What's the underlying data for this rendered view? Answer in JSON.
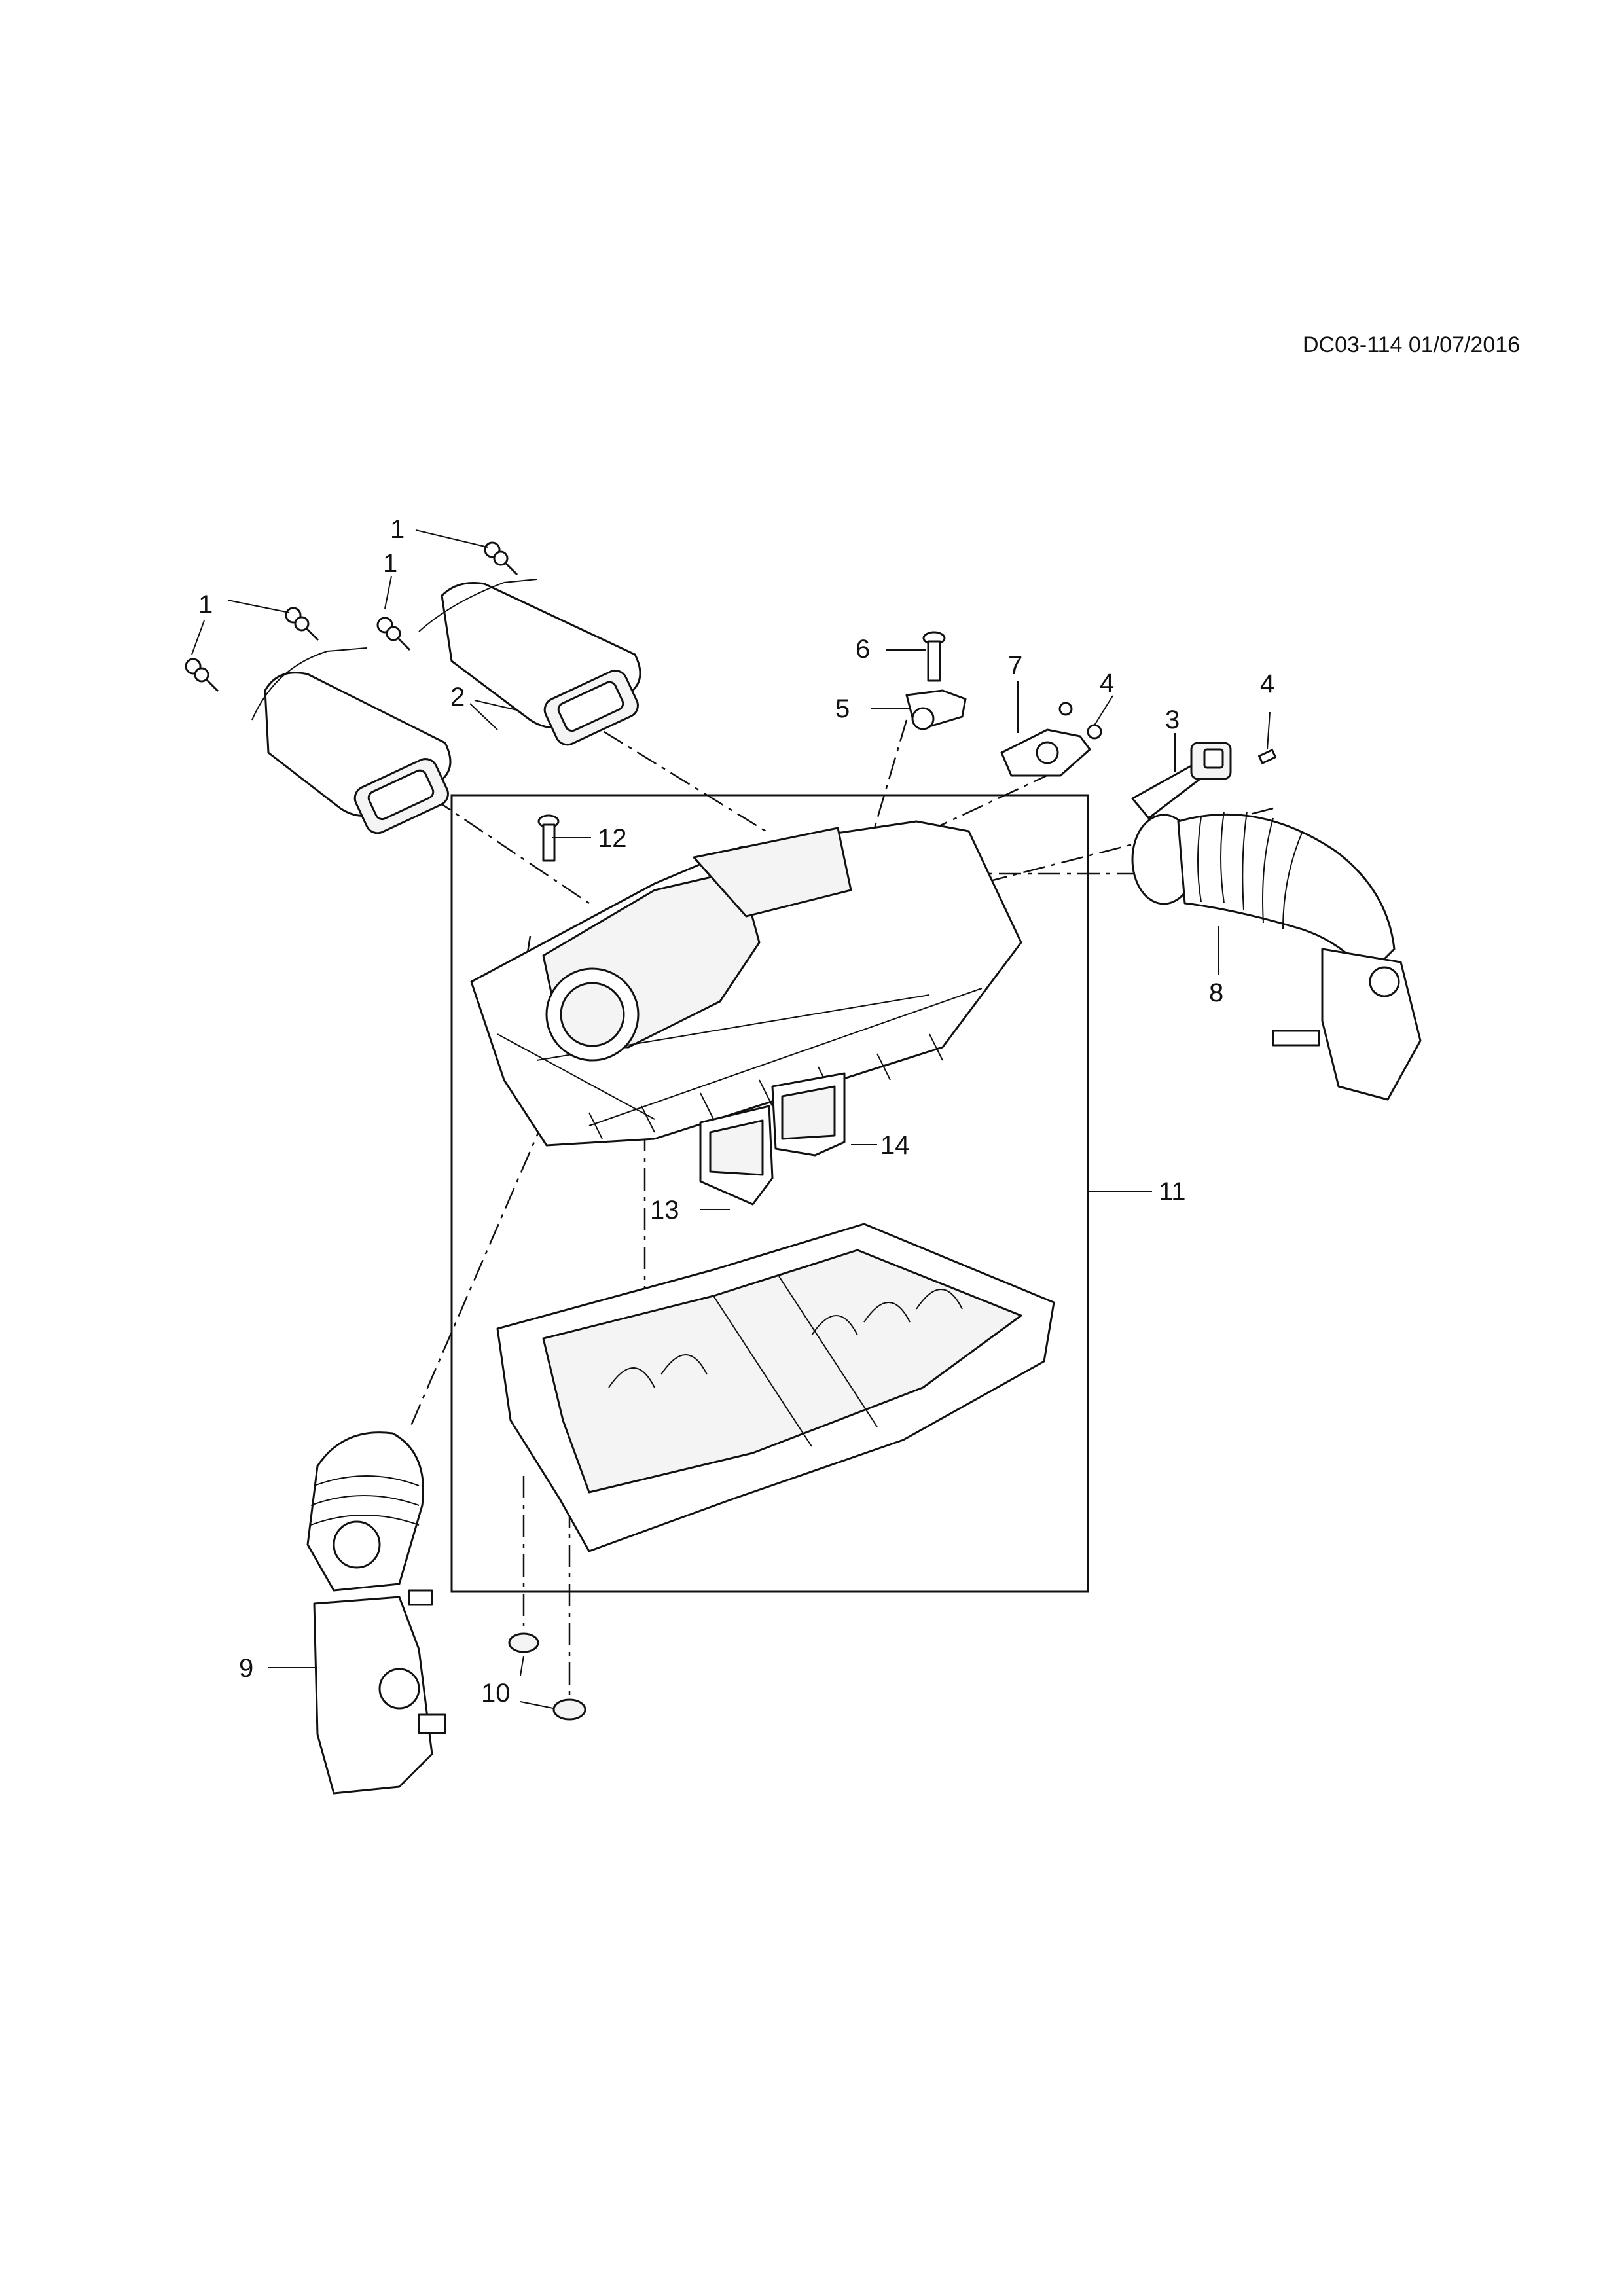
{
  "diagram": {
    "reference_code": "DC03-114 01/07/2016",
    "callouts": [
      {
        "id": "c1a",
        "label": "1"
      },
      {
        "id": "c1b",
        "label": "1"
      },
      {
        "id": "c1c",
        "label": "1"
      },
      {
        "id": "c2",
        "label": "2"
      },
      {
        "id": "c3",
        "label": "3"
      },
      {
        "id": "c4a",
        "label": "4"
      },
      {
        "id": "c4b",
        "label": "4"
      },
      {
        "id": "c5",
        "label": "5"
      },
      {
        "id": "c6",
        "label": "6"
      },
      {
        "id": "c7",
        "label": "7"
      },
      {
        "id": "c8",
        "label": "8"
      },
      {
        "id": "c9",
        "label": "9"
      },
      {
        "id": "c10",
        "label": "10"
      },
      {
        "id": "c11",
        "label": "11"
      },
      {
        "id": "c12",
        "label": "12"
      },
      {
        "id": "c13",
        "label": "13"
      },
      {
        "id": "c14",
        "label": "14"
      }
    ],
    "colors": {
      "line": "#111111",
      "background": "#ffffff"
    }
  }
}
